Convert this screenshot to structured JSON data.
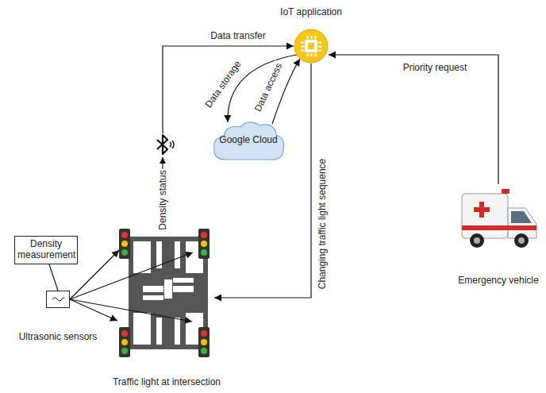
{
  "diagram": {
    "nodes": [
      {
        "text": [
          "IoT application"
        ]
      },
      {
        "text": [
          "Google Cloud"
        ]
      },
      {
        "text": [
          "Density measurement"
        ]
      },
      {
        "text": [
          "Ultrasonic sensors"
        ]
      },
      {
        "text": [
          "Traffic light at intersection"
        ]
      },
      {
        "text": [
          "Emergency vehicle"
        ]
      }
    ],
    "edges": [
      {
        "from": 4,
        "to": 0,
        "arrow": "to",
        "label": "Density status"
      },
      {
        "from": 0,
        "to": 1,
        "arrow": "to",
        "label": "Data storage"
      },
      {
        "from": 1,
        "to": 0,
        "arrow": "to",
        "label": "Data access"
      },
      {
        "from": 0,
        "to": 4,
        "arrow": "to",
        "label": "Changing traffic light sequence"
      },
      {
        "from": 5,
        "to": 0,
        "arrow": "to",
        "label": "Priority request"
      },
      {
        "from": 2,
        "to": 3,
        "arrow": "none"
      },
      {
        "from": 3,
        "to": 4,
        "arrow": "to"
      }
    ],
    "labels": [
      "Data transfer"
    ]
  }
}
